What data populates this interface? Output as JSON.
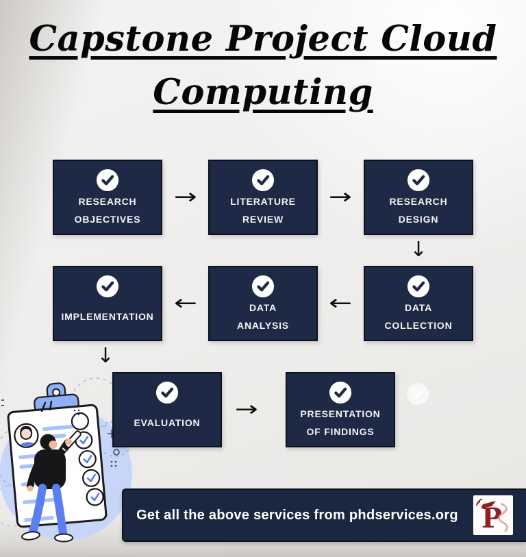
{
  "title": {
    "line1": "Capstone Project Cloud",
    "line2": "Computing"
  },
  "flow": {
    "steps": [
      {
        "id": "research-objectives",
        "label_lines": [
          "RESEARCH",
          "OBJECTIVES"
        ]
      },
      {
        "id": "literature-review",
        "label_lines": [
          "LITERATURE",
          "REVIEW"
        ]
      },
      {
        "id": "research-design",
        "label_lines": [
          "RESEARCH",
          "DESIGN"
        ]
      },
      {
        "id": "data-collection",
        "label_lines": [
          "DATA",
          "COLLECTION"
        ]
      },
      {
        "id": "data-analysis",
        "label_lines": [
          "DATA",
          "ANALYSIS"
        ]
      },
      {
        "id": "implementation",
        "label_lines": [
          "IMPLEMENTATION"
        ]
      },
      {
        "id": "evaluation",
        "label_lines": [
          "EVALUATION"
        ]
      },
      {
        "id": "presentation-of-findings",
        "label_lines": [
          "PRESENTATION",
          "OF FINDINGS"
        ]
      }
    ],
    "arrows": {
      "right": "→",
      "left": "←",
      "down": "↓"
    }
  },
  "footer": {
    "message": "Get all the above services from phdservices.org",
    "logo_text": "P"
  },
  "colors": {
    "node_fill": "#1e2945",
    "node_border": "#0c111f",
    "banner_fill": "#1b2640",
    "check_circle": "#ffffff",
    "accent_blue": "#5b7ef0",
    "illustration_blob": "#c7d6f8",
    "logo_maroon": "#8e2025",
    "background": "#efeeec"
  }
}
